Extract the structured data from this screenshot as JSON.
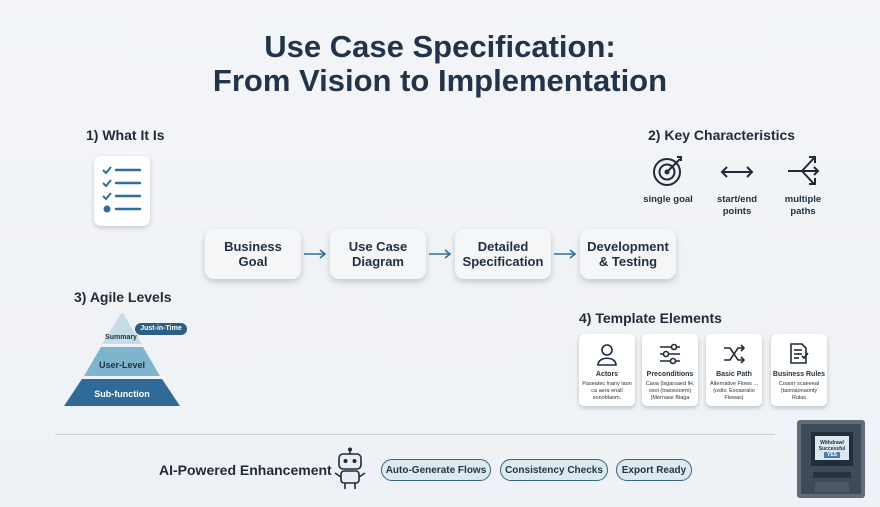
{
  "title": {
    "line1": "Use Case Specification:",
    "line2": "From Vision to Implementation"
  },
  "sections": {
    "what_it_is": "1) What It Is",
    "key_characteristics": "2) Key Characteristics",
    "agile_levels": "3) Agile Levels",
    "template_elements": "4) Template Elements"
  },
  "flow": [
    {
      "line1": "Business",
      "line2": "Goal"
    },
    {
      "line1": "Use Case",
      "line2": "Diagram"
    },
    {
      "line1": "Detailed",
      "line2": "Specification"
    },
    {
      "line1": "Development",
      "line2": "& Testing"
    }
  ],
  "characteristics": [
    {
      "line1": "single goal",
      "line2": "",
      "icon": "target-icon"
    },
    {
      "line1": "start/end",
      "line2": "points",
      "icon": "double-arrow-icon"
    },
    {
      "line1": "multiple",
      "line2": "paths",
      "icon": "branch-arrows-icon"
    }
  ],
  "agile": {
    "badge": "Just-in-Time",
    "levels": [
      "Summary",
      "User-Level",
      "Sub-function"
    ]
  },
  "template": [
    {
      "title": "Actors",
      "desc": "Рaseatec lnany laon ca aera enall sonoblaom.",
      "icon": "person-icon"
    },
    {
      "title": "Preconditions",
      "desc": "Caoa (lsgarsaed lH, osoi (toaosooem) (Mernase Biaga",
      "icon": "sliders-icon"
    },
    {
      "title": "Basic Path",
      "desc": "Alternative Flows ... (oslis: Exoasraiio Flewas)",
      "icon": "shuffle-icon"
    },
    {
      "title": "Business Rules",
      "desc": "Coaorr scaeeeal (taoniaonaonty Rulas",
      "icon": "document-icon"
    }
  ],
  "ai": {
    "label": "AI-Powered Enhancement",
    "pills": [
      "Auto-Generate Flows",
      "Consistency Checks",
      "Export Ready"
    ]
  },
  "atm": {
    "screen_line1": "Withdrawl",
    "screen_line2": "Successful",
    "screen_line3": "YES"
  },
  "colors": {
    "accent": "#2f6f9a",
    "pyramid_top": "#c5dde8",
    "pyramid_mid": "#7fb4cf",
    "pyramid_bottom": "#2f6a99",
    "badge": "#2c5f85"
  }
}
